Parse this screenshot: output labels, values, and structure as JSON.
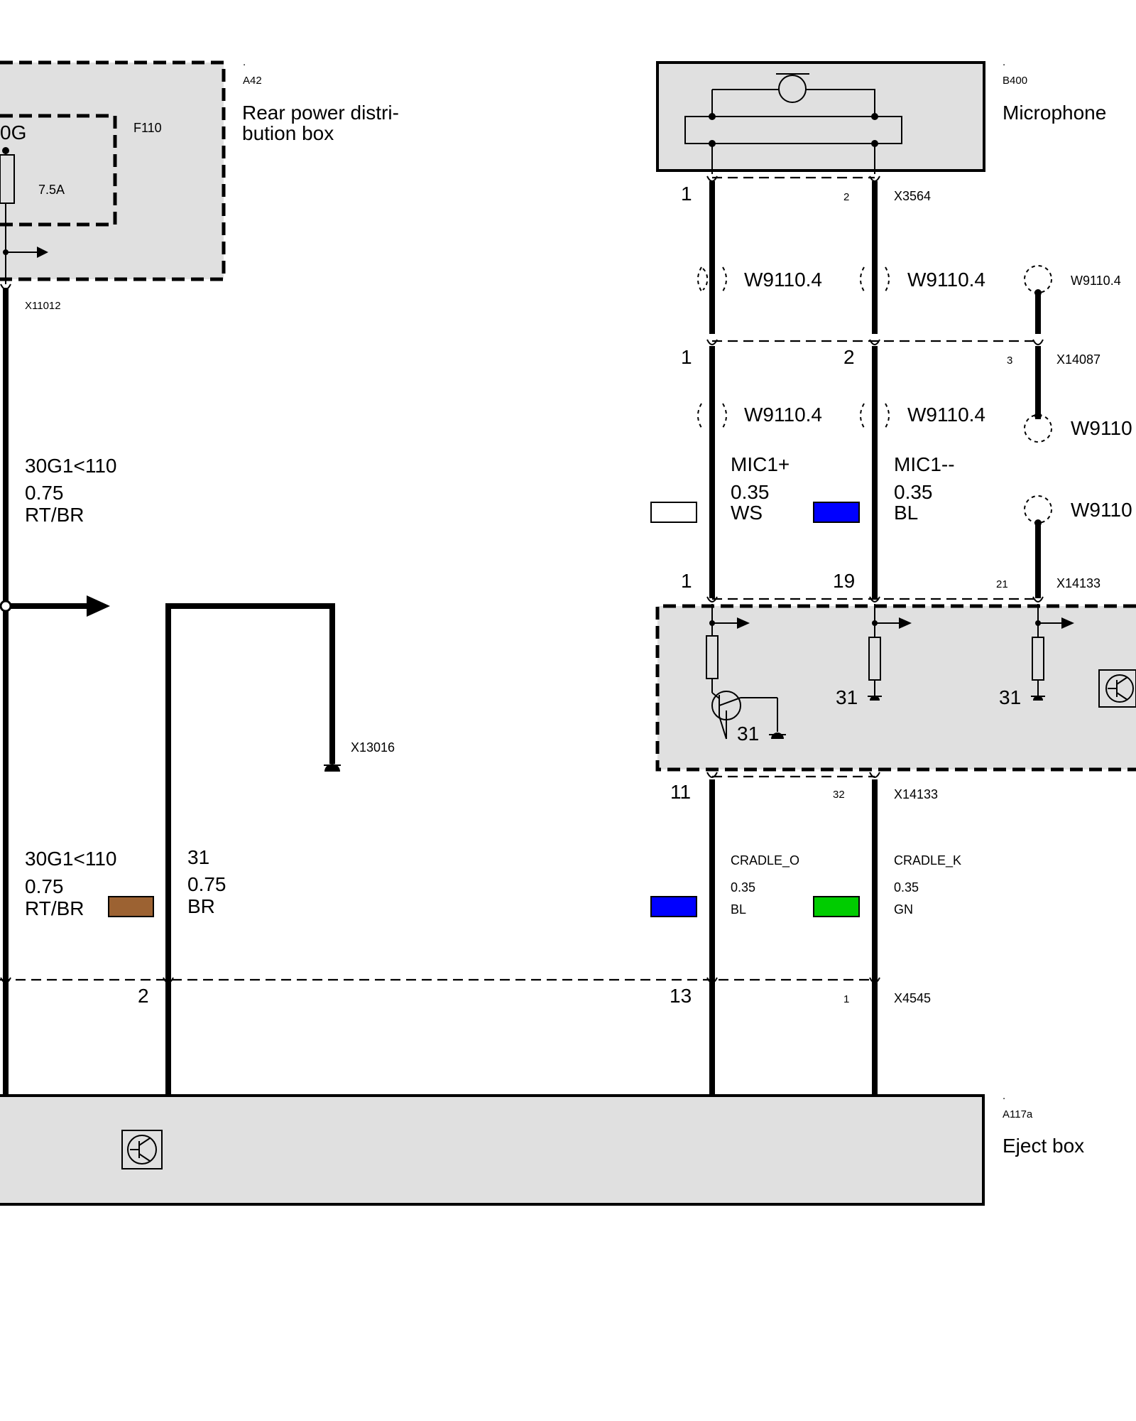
{
  "components": {
    "rear_pdb": {
      "id": "A42",
      "name_line1": "Rear power distri-",
      "name_line2": "bution box"
    },
    "fuse": {
      "id": "F110",
      "rating": "7.5A",
      "partial_label": "0G"
    },
    "microphone": {
      "id": "B400",
      "name": "Microphone"
    },
    "eject_box": {
      "id": "A117a",
      "name": "Eject box"
    }
  },
  "dots": {
    "a42": ".",
    "b400": ".",
    "a117a": "."
  },
  "connectors": {
    "x11012": "X11012",
    "x3564": {
      "name": "X3564",
      "pin_a": "1",
      "pin_b": "2"
    },
    "x14087": {
      "name": "X14087",
      "pin_a": "1",
      "pin_b": "2",
      "pin_c": "3"
    },
    "x14133_top": {
      "name": "X14133",
      "pin_a": "1",
      "pin_b": "19",
      "pin_c": "21"
    },
    "x14133_bottom": {
      "name": "X14133",
      "pin_a": "11",
      "pin_b": "32"
    },
    "x13016": "X13016",
    "x4545": {
      "name": "X4545",
      "pin_a": "2",
      "pin_b": "13",
      "pin_c": "1"
    }
  },
  "shields": {
    "a1": "W9110.4",
    "b1": "W9110.4",
    "c1": "W9110.4",
    "a2": "W9110.4",
    "b2": "W9110.4",
    "c2": "W9110",
    "c3": "W9110"
  },
  "wires": {
    "power_top": {
      "signal": "30G1<110",
      "size": "0.75",
      "color": "RT/BR"
    },
    "power_bottom": {
      "signal": "30G1<110",
      "size": "0.75",
      "color": "RT/BR",
      "swatch": "#9c6232"
    },
    "ground": {
      "signal": "31",
      "size": "0.75",
      "color": "BR"
    },
    "mic_plus": {
      "signal": "MIC1+",
      "size": "0.35",
      "color": "WS",
      "swatch": "#ffffff"
    },
    "mic_minus": {
      "signal": "MIC1--",
      "size": "0.35",
      "color": "BL",
      "swatch": "#0000ff"
    },
    "cradle_o": {
      "signal": "CRADLE_O",
      "size": "0.35",
      "color": "BL",
      "swatch": "#0000ff"
    },
    "cradle_k": {
      "signal": "CRADLE_K",
      "size": "0.35",
      "color": "GN",
      "swatch": "#00cc00"
    }
  },
  "grounds": {
    "g1": "31",
    "g2": "31",
    "g3": "31"
  },
  "colors": {
    "box_fill": "#e0e0e0",
    "line": "#000000"
  }
}
